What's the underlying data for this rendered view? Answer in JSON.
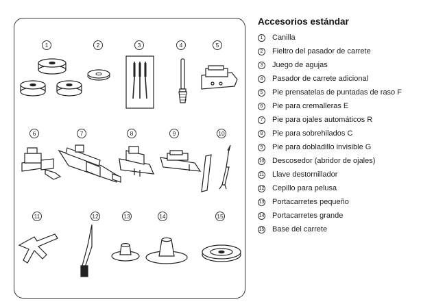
{
  "title": "Accesorios estándar",
  "items": [
    {
      "num": "1",
      "label": "Canilla"
    },
    {
      "num": "2",
      "label": "Fieltro del pasador de carrete"
    },
    {
      "num": "3",
      "label": "Juego de agujas"
    },
    {
      "num": "4",
      "label": "Pasador de carrete adicional"
    },
    {
      "num": "5",
      "label": "Pie prensatelas de puntadas de raso F"
    },
    {
      "num": "6",
      "label": "Pie para cremalleras E"
    },
    {
      "num": "7",
      "label": "Pie para ojales automáticos R"
    },
    {
      "num": "8",
      "label": "Pie para sobrehilados C"
    },
    {
      "num": "9",
      "label": "Pie para dobladillo invisible G"
    },
    {
      "num": "10",
      "label": "Descosedor (abridor de ojales)"
    },
    {
      "num": "11",
      "label": "Llave destornillador"
    },
    {
      "num": "12",
      "label": "Cepillo para pelusa"
    },
    {
      "num": "13",
      "label": "Portacarretes pequeño"
    },
    {
      "num": "14",
      "label": "Portacarretes grande"
    },
    {
      "num": "15",
      "label": "Base del carrete"
    }
  ]
}
